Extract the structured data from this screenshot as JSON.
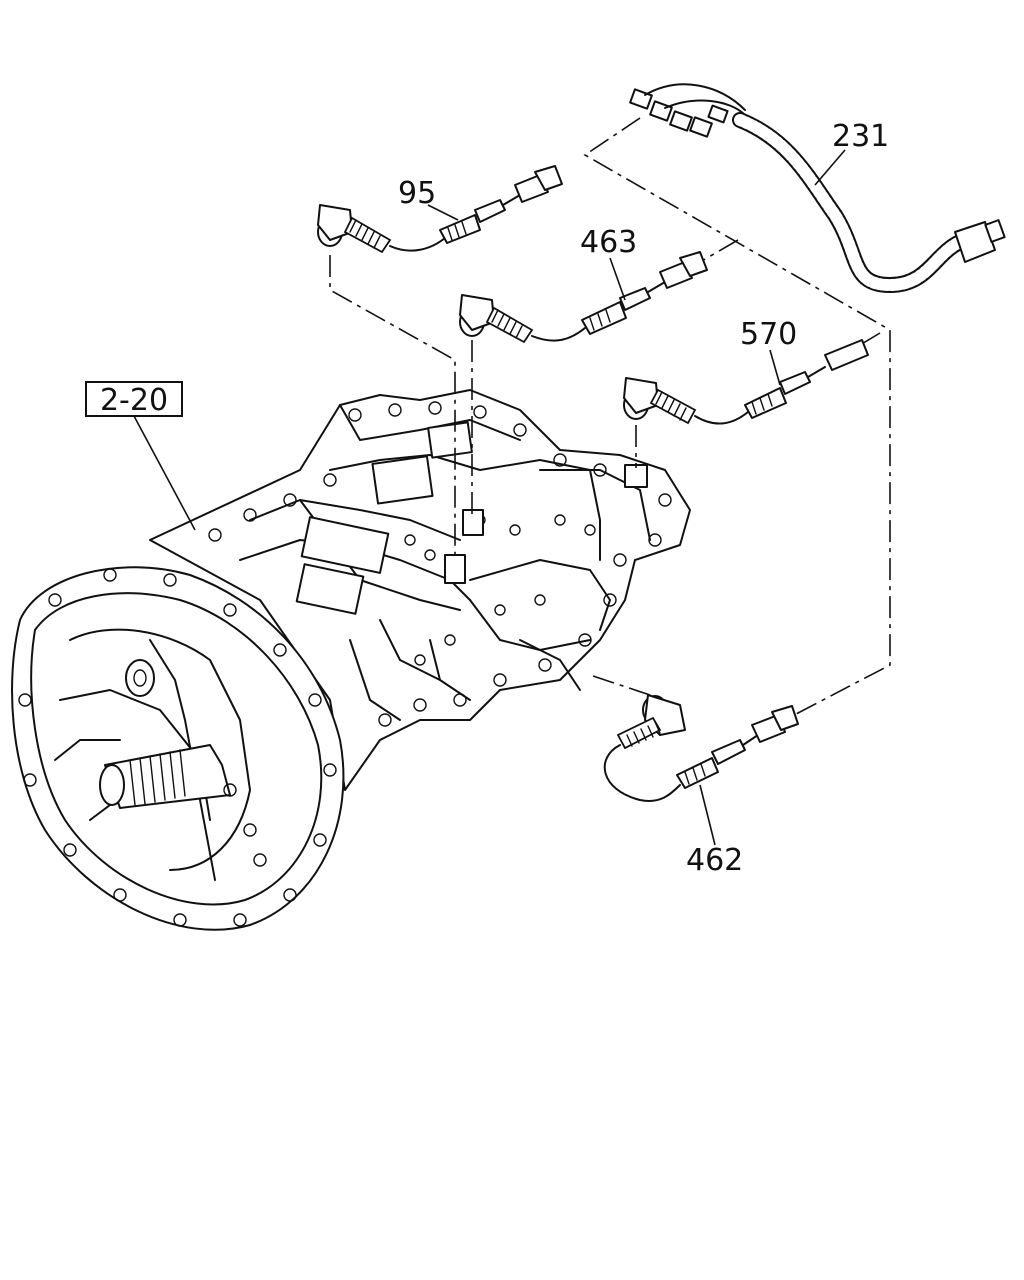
{
  "callouts": {
    "transmission_ref": "2-20",
    "harness": "231",
    "sensor_95": "95",
    "sensor_463": "463",
    "sensor_570": "570",
    "sensor_462": "462"
  }
}
